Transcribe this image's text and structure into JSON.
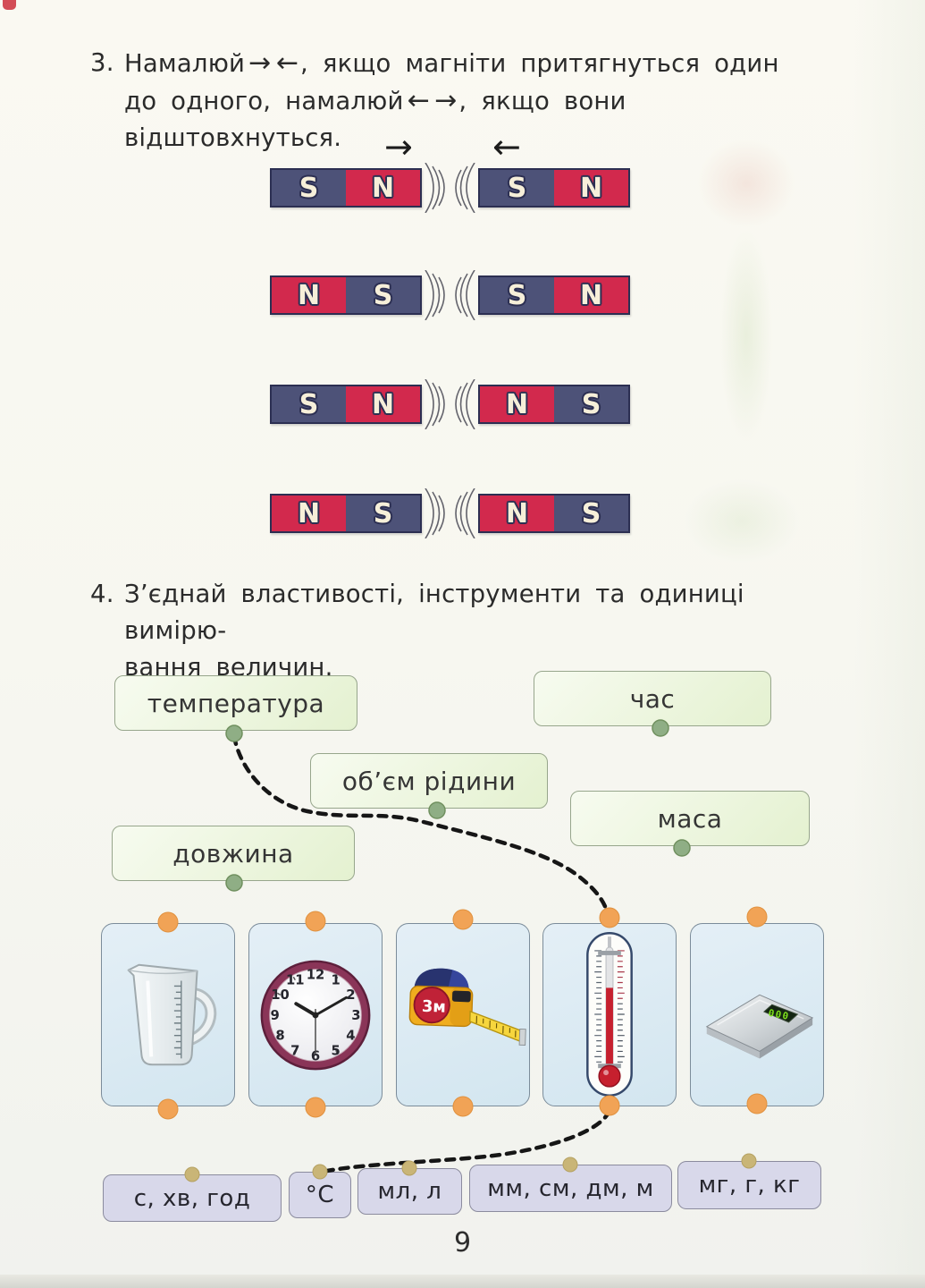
{
  "page": {
    "number": "9"
  },
  "task3": {
    "number": "3.",
    "line1_pre": "Намалюй",
    "line1_arrows": "→ ←",
    "line1_post": ", якщо магніти притягнуться один",
    "line2_pre": "до одного, намалюй",
    "line2_arrows": "← →",
    "line2_post": ", якщо вони відштовхнуться."
  },
  "magnet_diagram": {
    "attract_arrow_right": "→",
    "attract_arrow_left": "←",
    "rows": [
      {
        "left": [
          "S",
          "N"
        ],
        "right": [
          "S",
          "N"
        ],
        "arrows_above": true
      },
      {
        "left": [
          "N",
          "S"
        ],
        "right": [
          "S",
          "N"
        ],
        "arrows_above": false
      },
      {
        "left": [
          "S",
          "N"
        ],
        "right": [
          "N",
          "S"
        ],
        "arrows_above": false
      },
      {
        "left": [
          "N",
          "S"
        ],
        "right": [
          "N",
          "S"
        ],
        "arrows_above": false
      }
    ],
    "colors": {
      "N": "#d2294d",
      "S": "#4d5278",
      "letter": "#f6efd9",
      "border": "#2c2f52"
    }
  },
  "task4": {
    "number": "4.",
    "line1": "З’єднай властивості, інструменти та одиниці вимірю-",
    "line2": "вання величин."
  },
  "properties": [
    {
      "label": "температура"
    },
    {
      "label": "час"
    },
    {
      "label": "об’єм рідини"
    },
    {
      "label": "маса"
    },
    {
      "label": "довжина"
    }
  ],
  "instruments": [
    {
      "icon": "measuring-jug-icon"
    },
    {
      "icon": "clock-icon",
      "numbers": [
        "12",
        "1",
        "2",
        "3",
        "4",
        "5",
        "6",
        "7",
        "8",
        "9",
        "10",
        "11"
      ]
    },
    {
      "icon": "tape-measure-icon",
      "label": "3м"
    },
    {
      "icon": "thermometer-icon"
    },
    {
      "icon": "scales-icon",
      "display": "000"
    }
  ],
  "units": [
    {
      "label": "с, хв, год"
    },
    {
      "label": "°С"
    },
    {
      "label": "мл, л"
    },
    {
      "label": "мм, см, дм, м"
    },
    {
      "label": "мг, г, кг"
    }
  ],
  "connections_drawn": [
    {
      "from": "температура",
      "to": "thermometer"
    },
    {
      "from": "thermometer",
      "to": "°С"
    }
  ],
  "ui_colors": {
    "property_box": "#e9f3d8",
    "card_box": "#d9e9f2",
    "unit_box": "#d8d8ea",
    "connector_dot_green": "#8fae85",
    "connector_dot_orange": "#f1a356",
    "connector_dot_khaki": "#c9b577"
  }
}
